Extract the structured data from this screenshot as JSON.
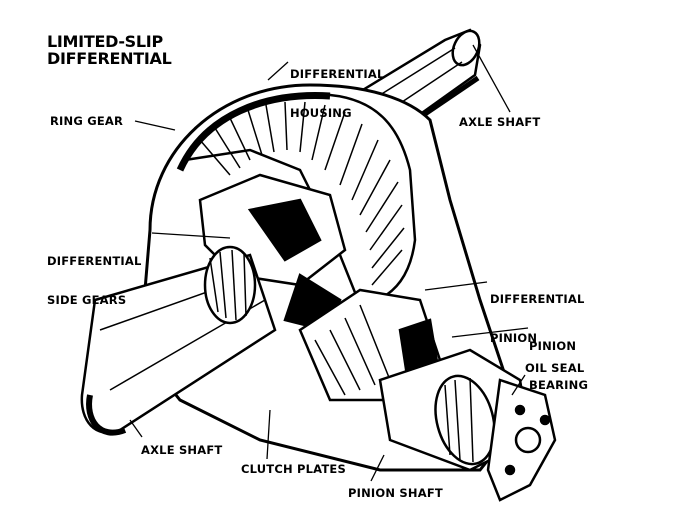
{
  "title": {
    "line1": "LIMITED-SLIP",
    "line2": "DIFFERENTIAL"
  },
  "labels": {
    "differential_housing": [
      "DIFFERENTIAL",
      "HOUSING"
    ],
    "axle_shaft_right": "AXLE SHAFT",
    "ring_gear": "RING GEAR",
    "differential_side_gears": [
      "DIFFERENTIAL",
      "SIDE GEARS"
    ],
    "differential_pinion": [
      "DIFFERENTIAL",
      "PINION"
    ],
    "pinion_bearing": [
      "PINION",
      "BEARING"
    ],
    "oil_seal": "OIL SEAL",
    "axle_shaft_left": "AXLE SHAFT",
    "clutch_plates": "CLUTCH PLATES",
    "pinion_shaft": "PINION SHAFT"
  },
  "colors": {
    "ink": "#000000",
    "paper": "#ffffff"
  }
}
